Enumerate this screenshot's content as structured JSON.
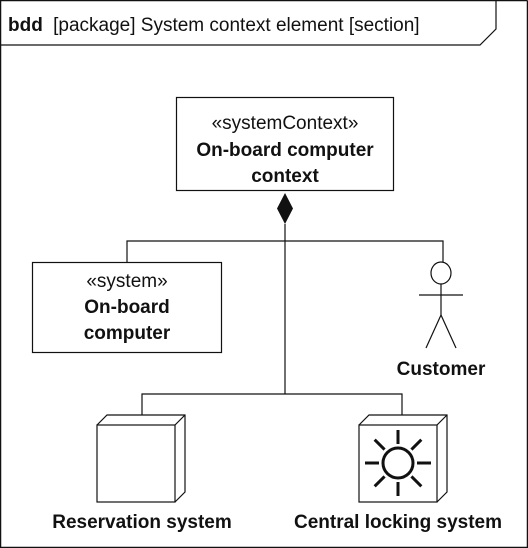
{
  "frame": {
    "keyword": "bdd",
    "header_text": "[package] System context element [section]"
  },
  "context_block": {
    "stereotype": "«systemContext»",
    "name_line1": "On-board computer",
    "name_line2": "context"
  },
  "system_block": {
    "stereotype": "«system»",
    "name_line1": "On-board",
    "name_line2": "computer"
  },
  "customer_actor": {
    "label": "Customer"
  },
  "reservation_node": {
    "label": "Reservation system"
  },
  "locking_node": {
    "label": "Central locking system",
    "icon": "sun-icon"
  },
  "colors": {
    "stroke": "#111111",
    "background": "#ffffff"
  }
}
